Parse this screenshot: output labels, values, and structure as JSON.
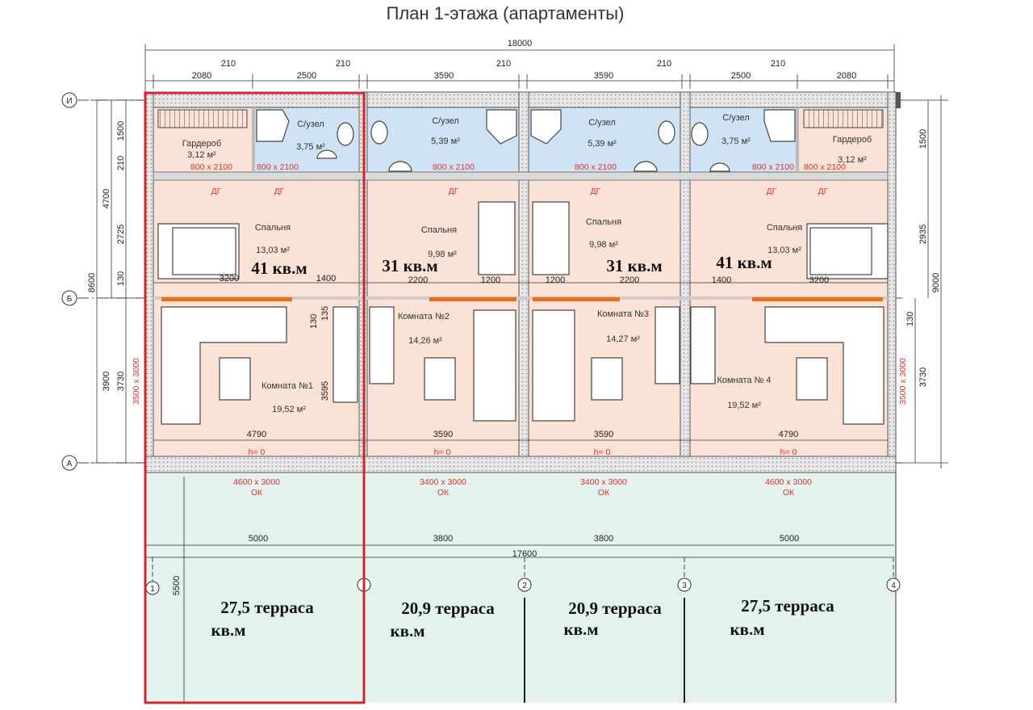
{
  "title": "План 1-этажа (апартаменты)",
  "dims": {
    "overall_top": "18000",
    "top_segments": [
      "2080",
      "210",
      "2500",
      "210",
      "3590",
      "210",
      "3590",
      "210",
      "2500",
      "210",
      "2080"
    ],
    "left_vertical": [
      "8600",
      "4700",
      "3900",
      "1500",
      "210",
      "2725",
      "130",
      "3730"
    ],
    "right_vertical": [
      "9000",
      "2935",
      "1500",
      "3730",
      "130"
    ],
    "inner": [
      "3200",
      "1400",
      "2200",
      "1200",
      "1200",
      "2200",
      "1400",
      "3200"
    ],
    "room_widths": [
      "4790",
      "3590",
      "3590",
      "4790"
    ],
    "small": [
      "130",
      "135",
      "3595"
    ],
    "terrace_segments": [
      "5000",
      "3800",
      "3800",
      "5000"
    ],
    "terrace_overall": "17600",
    "terrace_depth": "5500"
  },
  "axes": {
    "rows": [
      "И",
      "Б",
      "А"
    ],
    "cols": [
      "1",
      "2",
      "3",
      "4"
    ]
  },
  "doors": {
    "small": [
      "800 x 2100",
      "800 x 2100",
      "800 x 2100",
      "800 x 2100",
      "800 x 2100",
      "800 x 2100"
    ],
    "dg": "ДГ",
    "terrace_doors": [
      "4600 x 3000",
      "3400 x 3000",
      "3400 x 3000",
      "4600 x 3000"
    ],
    "ok": "ОК",
    "window_left": "3500 x 3000",
    "window_right": "3500 x 3000"
  },
  "rooms": {
    "wardrobe_label": "Гардероб",
    "wardrobe_area": "3,12 м²",
    "bath_label": "С/узел",
    "bath_areas": [
      "3,75 м²",
      "5,39 м²",
      "5,39 м²",
      "3,75 м²"
    ],
    "bedroom_label": "Спальня",
    "bedroom_areas": [
      "13,03 м²",
      "9,98 м²",
      "9,98 м²",
      "13,03 м²"
    ],
    "living_labels": [
      "Комната №1",
      "Комната №2",
      "Комната №3",
      "Комната № 4"
    ],
    "living_areas": [
      "19,52 м²",
      "14,26 м²",
      "14,27 м²",
      "19,52 м²"
    ],
    "level": "h= 0"
  },
  "totals": [
    "41 кв.м",
    "31 кв.м",
    "31 кв.м",
    "41 кв.м"
  ],
  "terraces": {
    "labels": [
      "27,5 терраса",
      "20,9 терраса",
      "20,9 терраса",
      "27,5 терраса"
    ],
    "unit": "кв.м"
  },
  "colors": {
    "bath": "#cfe3f5",
    "room": "#fae3d6",
    "terrace": "#e3f2ef",
    "highlight": "#d02828",
    "door_text": "#e0302a"
  }
}
